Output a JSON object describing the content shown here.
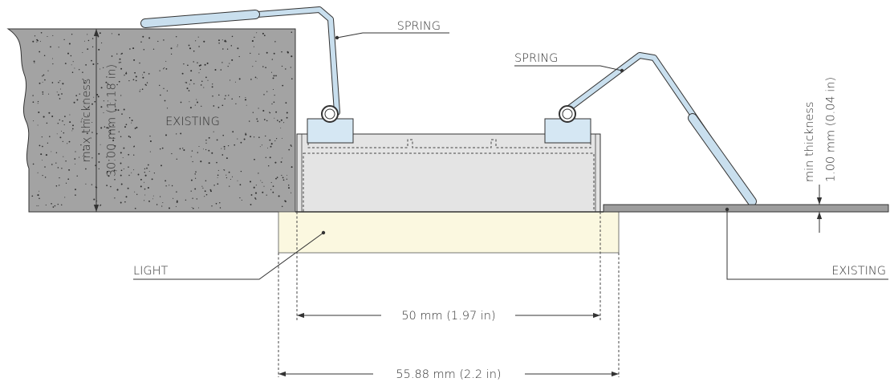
{
  "labels": {
    "spring_left": "SPRING",
    "spring_right": "SPRING",
    "existing_left": "EXISTING",
    "existing_right": "EXISTING",
    "light": "LIGHT",
    "max_thickness_line1": "max thickness",
    "max_thickness_line2": "30.00 mm (1.18 in)",
    "min_thickness_line1": "min thickness",
    "min_thickness_line2": "1.00 mm (0.04 in)",
    "width_inner": "50 mm (1.97 in)",
    "width_outer": "55.88 mm (2.2 in)"
  },
  "colors": {
    "concrete": "#a3a3a3",
    "housing": "#e4e4e4",
    "light": "#fbf8e0",
    "clip": "#d5e7f3",
    "spring_rod": "#c9dfee",
    "existing_panel": "#9d9d9d",
    "line": "#333333"
  }
}
